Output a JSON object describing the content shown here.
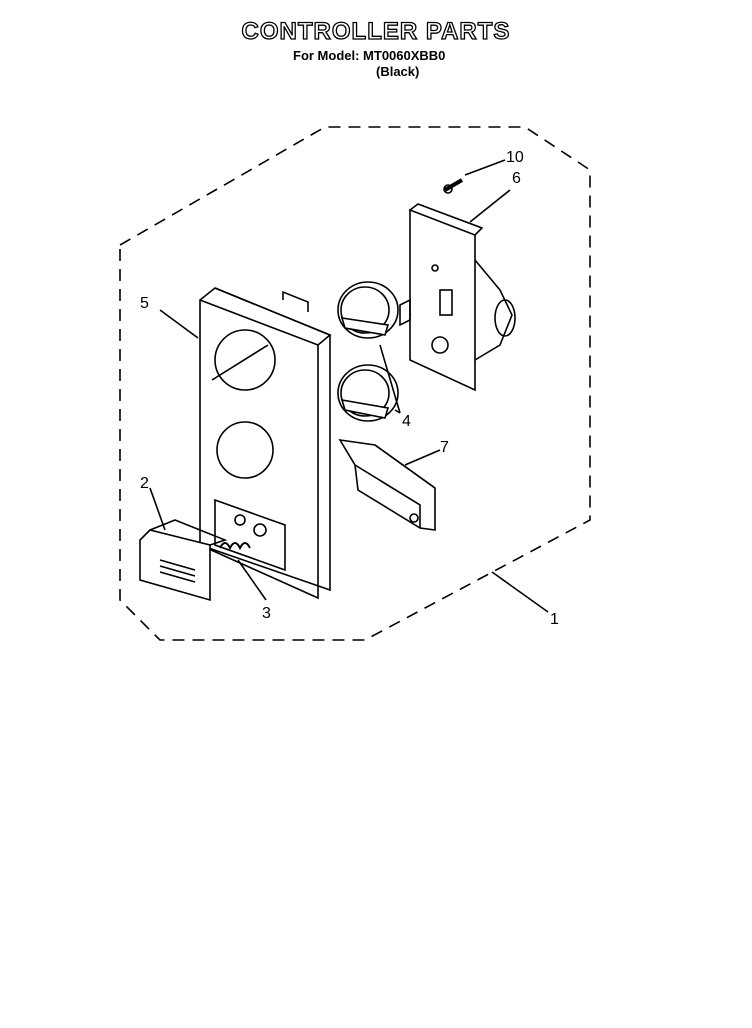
{
  "header": {
    "title": "CONTROLLER PARTS",
    "model_line": "For Model: MT0060XBB0",
    "color_line": "(Black)"
  },
  "callouts": [
    "1",
    "2",
    "3",
    "4",
    "5",
    "6",
    "7",
    "10"
  ]
}
